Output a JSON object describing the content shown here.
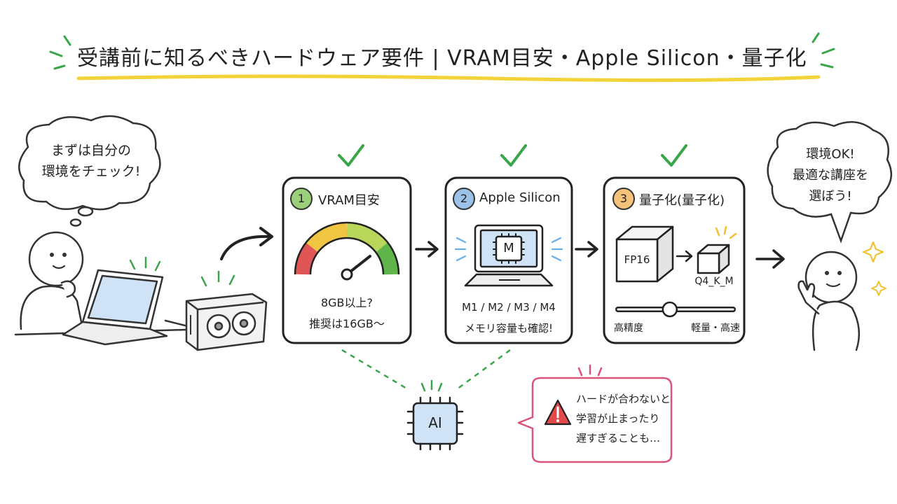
{
  "title": "受講前に知るべきハードウェア要件 | VRAM目安・Apple Silicon・量子化",
  "left_bubble": {
    "line1": "まずは自分の",
    "line2": "環境をチェック!"
  },
  "right_bubble": {
    "line1": "環境OK!",
    "line2": "最適な講座を",
    "line3": "選ぼう!"
  },
  "cards": [
    {
      "number": "1",
      "title": "VRAM目安",
      "line1": "8GB以上?",
      "line2": "推奨は16GB〜",
      "accent": "#9ccf7a"
    },
    {
      "number": "2",
      "title": "Apple Silicon",
      "chip_label": "M",
      "line1": "M1 / M2 / M3 / M4",
      "line2": "メモリ容量も確認!",
      "accent": "#9cc2e8"
    },
    {
      "number": "3",
      "title": "量子化(量子化)",
      "big_label": "FP16",
      "small_label": "Q4_K_M",
      "slider_left": "高精度",
      "slider_right": "軽量・高速",
      "slider_level": 0.45,
      "accent": "#f5c27a"
    }
  ],
  "ai_chip": {
    "label": "AI"
  },
  "warning": {
    "line1": "ハードが合わないと",
    "line2": "学習が止まったり",
    "line3": "遅すぎることも…"
  },
  "colors": {
    "check": "#3aa64a",
    "highlight": "#f2d33a",
    "warning_border": "#d9537a",
    "warning_fill": "#e04a4a",
    "screen": "#cfe2f6"
  }
}
